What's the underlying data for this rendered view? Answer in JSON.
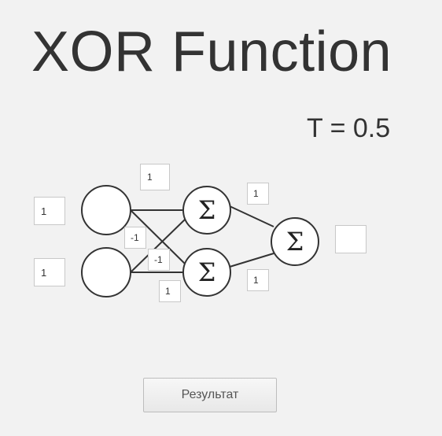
{
  "title": "XOR Function",
  "threshold": "T = 0.5",
  "inputs": [
    "1",
    "1"
  ],
  "weights": {
    "w_top": "1",
    "w_cross1": "-1",
    "w_cross2": "-1",
    "w_bottom": "1",
    "w_hidden1_out": "1",
    "w_hidden2_out": "1"
  },
  "sum_symbol": "Σ",
  "output": "",
  "result_button": "Результат"
}
